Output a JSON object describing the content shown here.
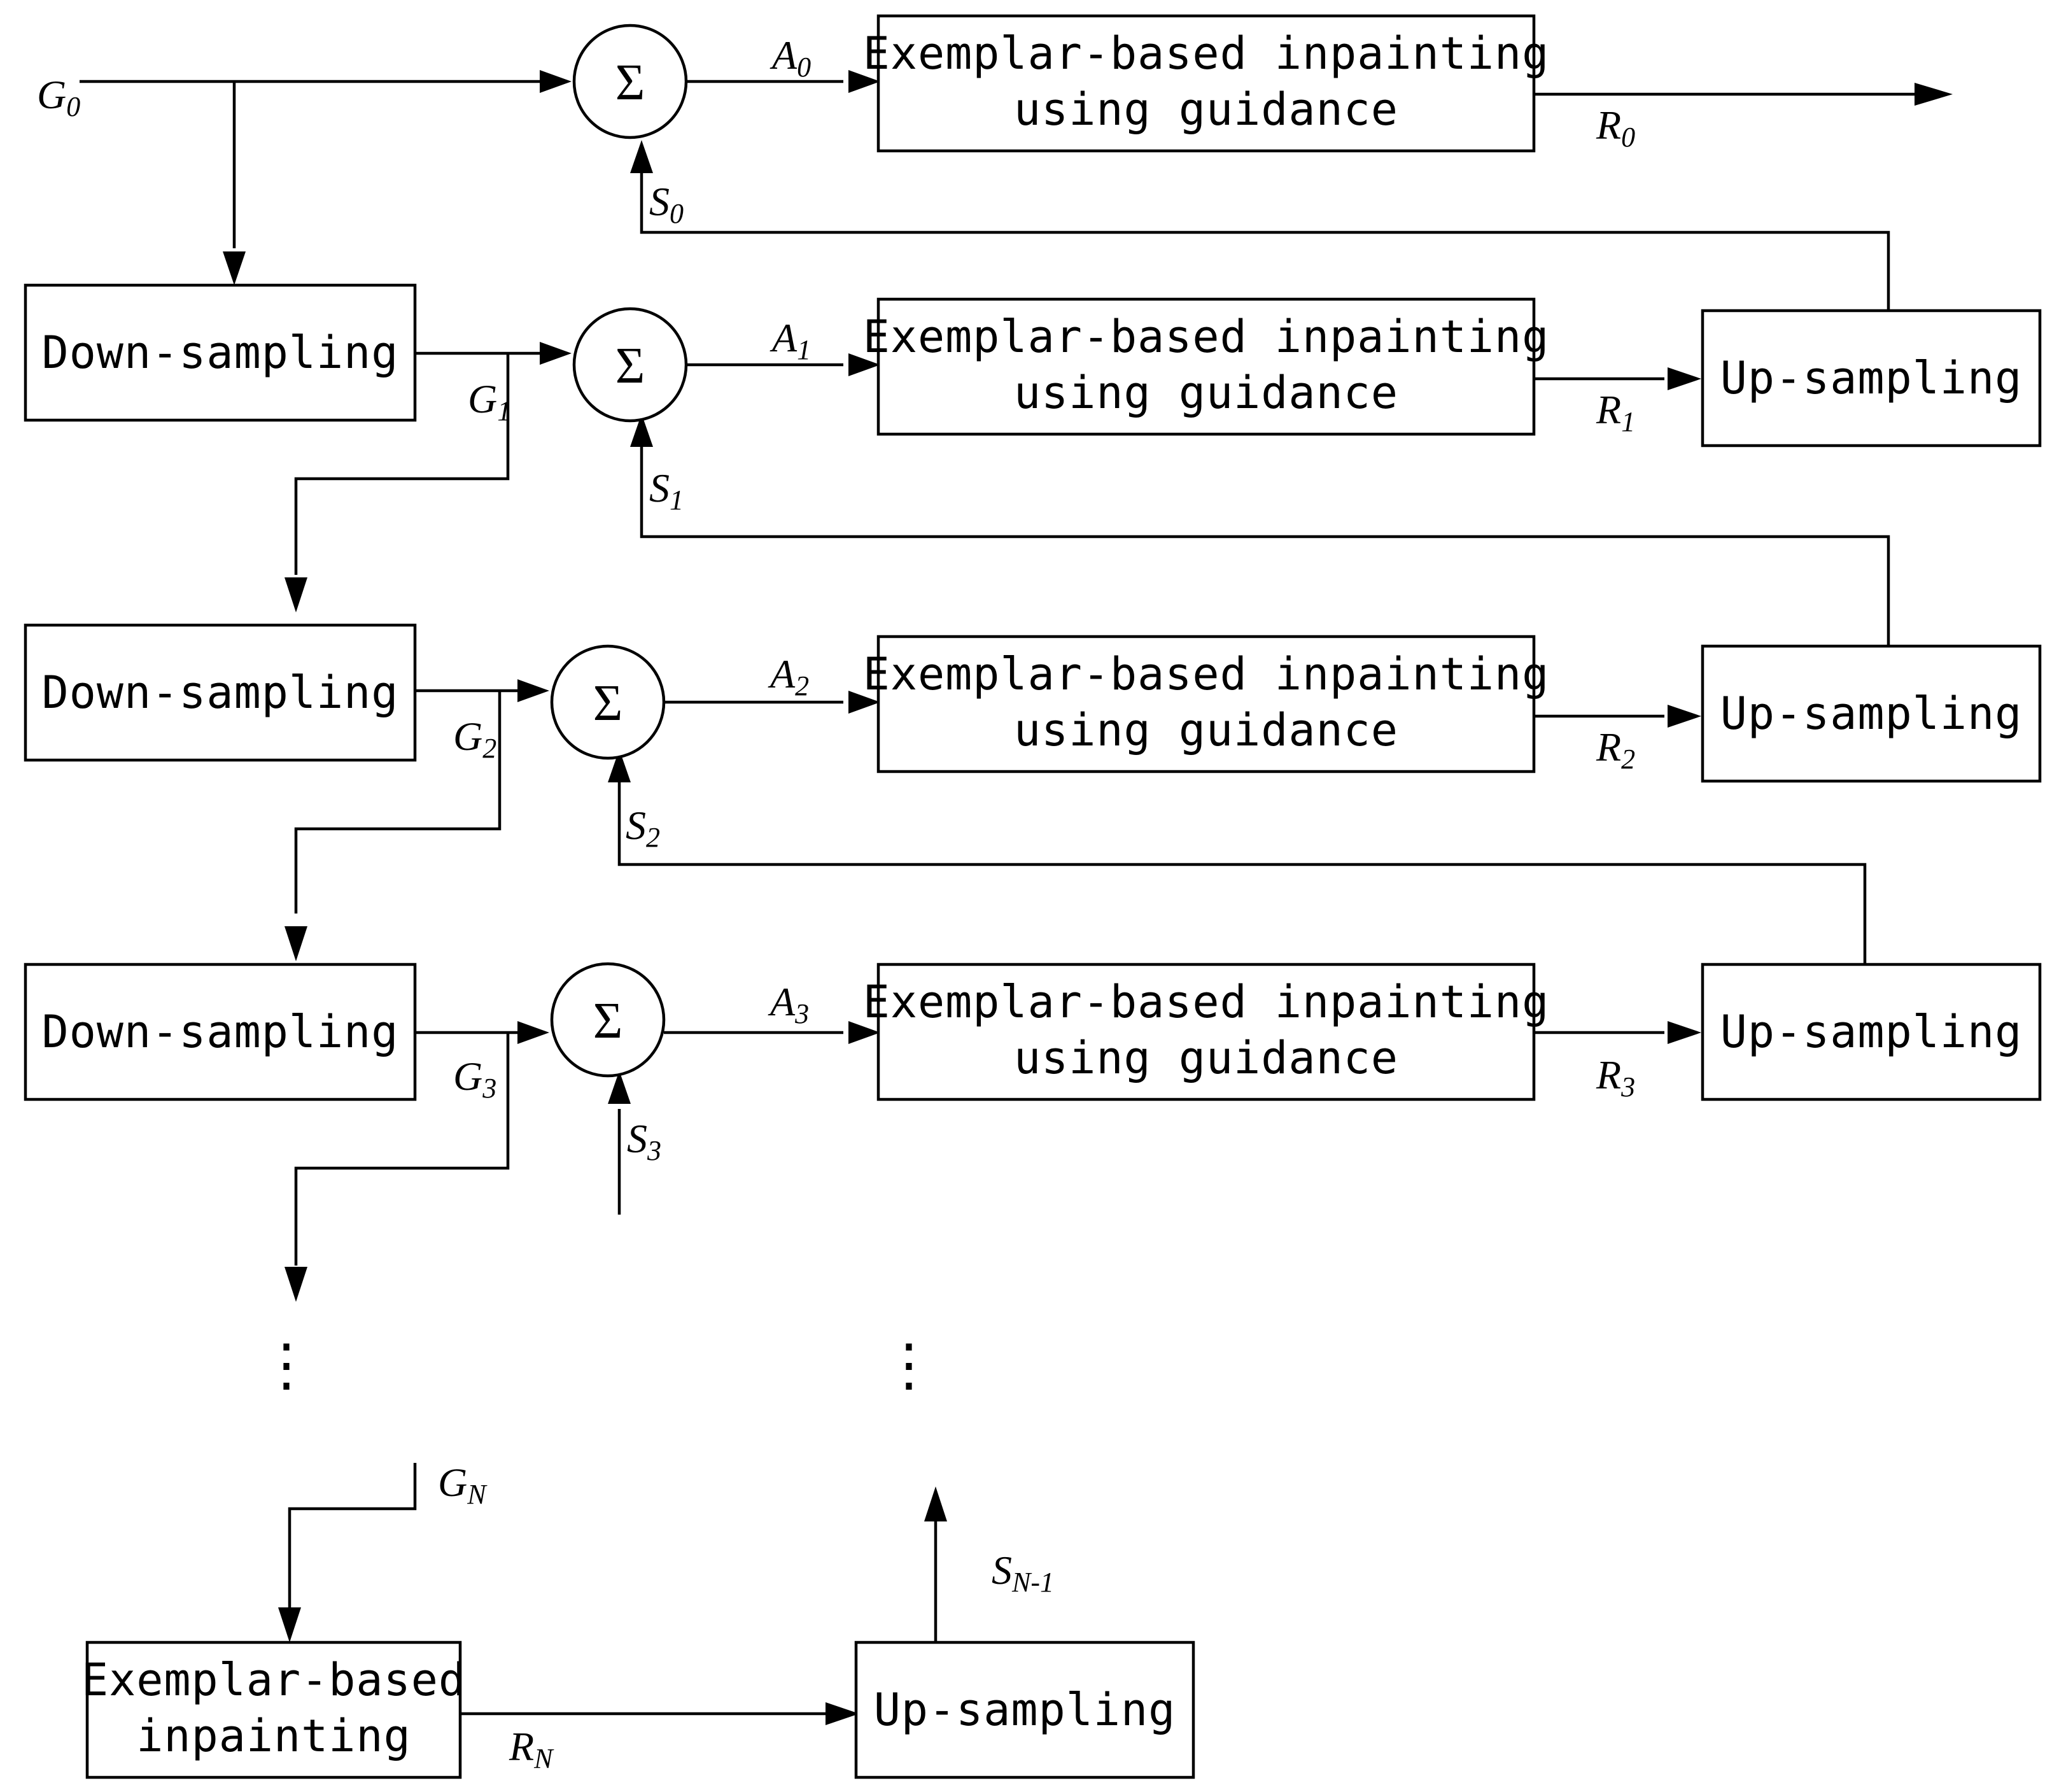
{
  "blocks": {
    "inpainting_guided_line1": "Exemplar-based inpainting",
    "inpainting_guided_line2": "using guidance",
    "downsampling": "Down-sampling",
    "upsampling": "Up-sampling",
    "inpainting_plain_line1": "Exemplar-based",
    "inpainting_plain_line2": "inpainting",
    "sum_symbol": "Σ",
    "ellipsis": "⋮"
  },
  "signals": {
    "G0": {
      "main": "G",
      "sub": "0"
    },
    "G1": {
      "main": "G",
      "sub": "1"
    },
    "G2": {
      "main": "G",
      "sub": "2"
    },
    "G3": {
      "main": "G",
      "sub": "3"
    },
    "GN": {
      "main": "G",
      "sub": "N"
    },
    "A0": {
      "main": "A",
      "sub": "0"
    },
    "A1": {
      "main": "A",
      "sub": "1"
    },
    "A2": {
      "main": "A",
      "sub": "2"
    },
    "A3": {
      "main": "A",
      "sub": "3"
    },
    "R0": {
      "main": "R",
      "sub": "0"
    },
    "R1": {
      "main": "R",
      "sub": "1"
    },
    "R2": {
      "main": "R",
      "sub": "2"
    },
    "R3": {
      "main": "R",
      "sub": "3"
    },
    "RN": {
      "main": "R",
      "sub": "N"
    },
    "S0": {
      "main": "S",
      "sub": "0"
    },
    "S1": {
      "main": "S",
      "sub": "1"
    },
    "S2": {
      "main": "S",
      "sub": "2"
    },
    "S3": {
      "main": "S",
      "sub": "3"
    },
    "SN1": {
      "main": "S",
      "sub": "N-1"
    }
  }
}
